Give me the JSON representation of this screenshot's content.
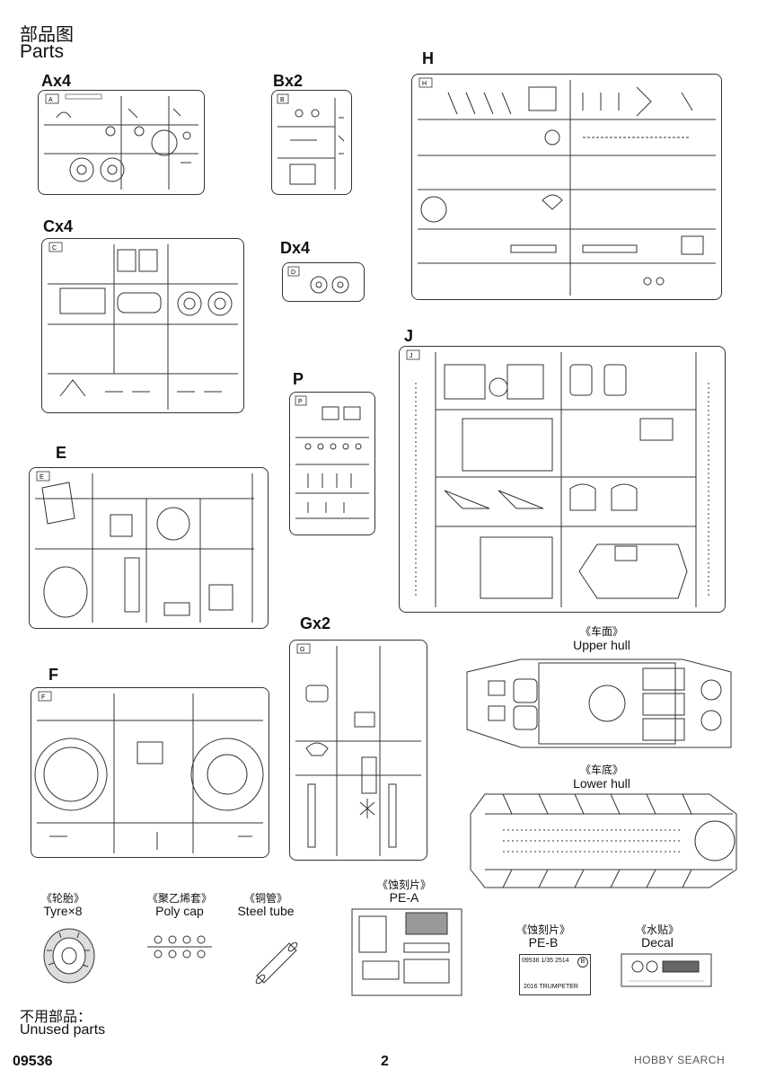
{
  "header": {
    "title_cn": "部品图",
    "title_en": "Parts"
  },
  "sprues": {
    "A": {
      "label": "Ax4",
      "tag": "A"
    },
    "B": {
      "label": "Bx2",
      "tag": "B"
    },
    "C": {
      "label": "Cx4",
      "tag": "C"
    },
    "D": {
      "label": "Dx4",
      "tag": "D"
    },
    "E": {
      "label": "E",
      "tag": "E"
    },
    "F": {
      "label": "F",
      "tag": "F"
    },
    "G": {
      "label": "Gx2",
      "tag": "G"
    },
    "H": {
      "label": "H",
      "tag": "H"
    },
    "J": {
      "label": "J",
      "tag": "J"
    },
    "P": {
      "label": "P",
      "tag": "P"
    }
  },
  "hull": {
    "upper_cn": "《车面》",
    "upper_en": "Upper hull",
    "lower_cn": "《车底》",
    "lower_en": "Lower hull"
  },
  "extras": {
    "tyre_cn": "《轮胎》",
    "tyre_en": "Tyre×8",
    "polycap_cn": "《聚乙烯套》",
    "polycap_en": "Poly cap",
    "steeltube_cn": "《铜管》",
    "steeltube_en": "Steel tube",
    "pea_cn": "《蚀刻片》",
    "pea_en": "PE-A",
    "peb_cn": "《蚀刻片》",
    "peb_en": "PE-B",
    "decal_cn": "《水贴》",
    "decal_en": "Decal",
    "peb_plate": {
      "line1": "09536  1/35  2514",
      "line2": "2016  TRUMPETER",
      "tag": "B"
    }
  },
  "unused": {
    "cn": "不用部品：",
    "en": "Unused parts"
  },
  "footer": {
    "code": "09536",
    "page": "2",
    "brand": "HOBBY SEARCH"
  }
}
